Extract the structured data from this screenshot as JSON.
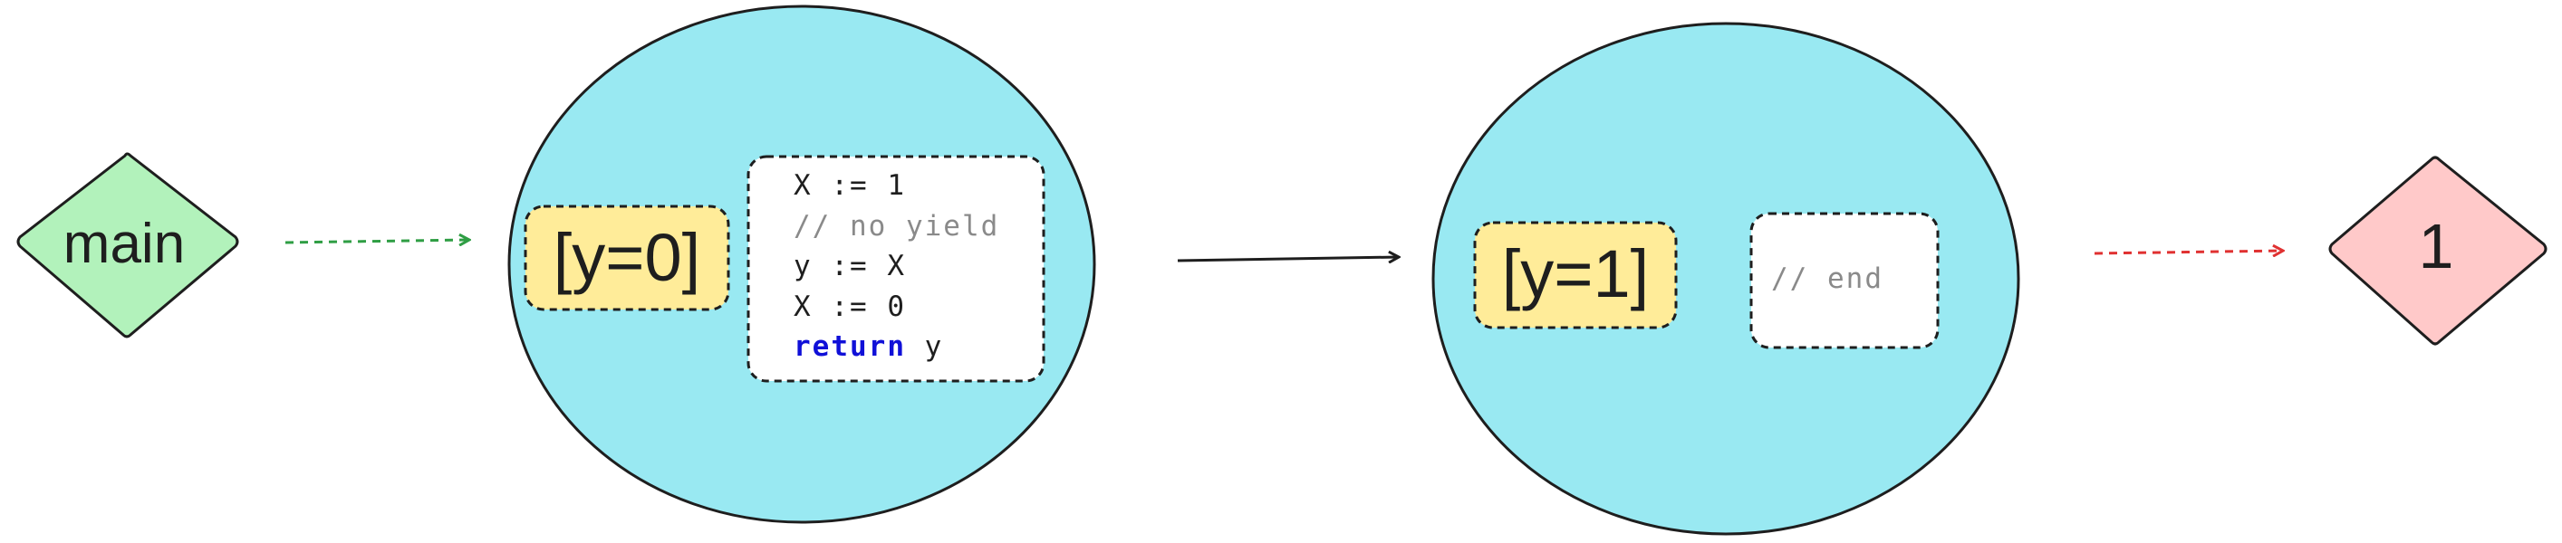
{
  "start_node": {
    "label": "main",
    "fill": "#b2f2bb"
  },
  "end_node": {
    "label": "1",
    "fill": "#ffc9c9"
  },
  "state1": {
    "fill": "#99e9f2",
    "env": {
      "label": "[y=0]",
      "fill": "#ffec99"
    },
    "code": [
      {
        "keyword": "",
        "text": "X := 1",
        "kind": "normal"
      },
      {
        "keyword": "",
        "text": "// no yield",
        "kind": "comment"
      },
      {
        "keyword": "",
        "text": "y := X",
        "kind": "normal"
      },
      {
        "keyword": "",
        "text": "X := 0",
        "kind": "normal"
      },
      {
        "keyword": "return",
        "text": " y",
        "kind": "keyword"
      }
    ]
  },
  "state2": {
    "fill": "#99e9f2",
    "env": {
      "label": "[y=1]",
      "fill": "#ffec99"
    },
    "code": [
      {
        "keyword": "",
        "text": "// end",
        "kind": "comment"
      }
    ]
  },
  "edges": {
    "start_color": "#2f9e44",
    "end_color": "#e03131",
    "step_color": "#1e1e1e"
  }
}
